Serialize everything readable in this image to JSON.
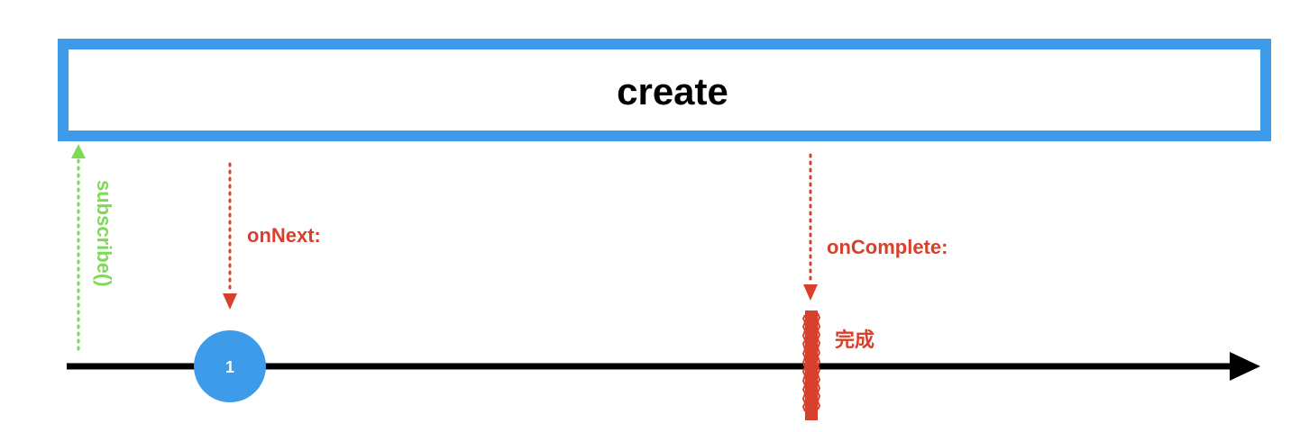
{
  "operator": {
    "label": "create"
  },
  "events": {
    "subscribe_label": "subscribe()",
    "on_next_label": "onNext:",
    "on_complete_label": "onComplete:",
    "completion_label": "完成"
  },
  "marbles": [
    {
      "label": "1"
    }
  ],
  "colors": {
    "operator_border": "#3d9be9",
    "subscribe": "#7ed957",
    "event": "#d9402b",
    "marble": "#3d9be9",
    "timeline": "#000000"
  }
}
